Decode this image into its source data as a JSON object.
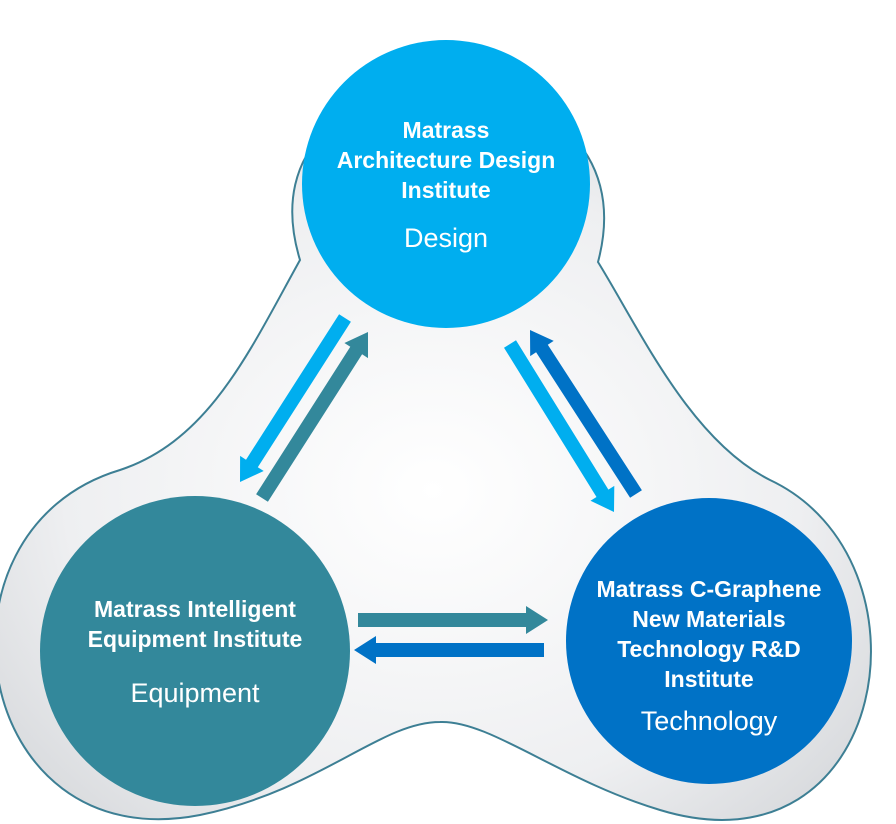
{
  "nodes": {
    "design": {
      "name": "Matrass\nArchitecture Design\nInstitute",
      "role": "Design",
      "color": "#00aeef"
    },
    "equipment": {
      "name": "Matrass Intelligent\nEquipment Institute",
      "role": "Equipment",
      "color": "#33889b"
    },
    "technology": {
      "name": "Matrass C-Graphene\nNew Materials\nTechnology R&D\nInstitute",
      "role": "Technology",
      "color": "#0072c6"
    }
  },
  "arrows": [
    {
      "from": "design",
      "to": "equipment",
      "color": "#00aeef"
    },
    {
      "from": "equipment",
      "to": "design",
      "color": "#33889b"
    },
    {
      "from": "design",
      "to": "technology",
      "color": "#00aeef"
    },
    {
      "from": "technology",
      "to": "design",
      "color": "#0072c6"
    },
    {
      "from": "equipment",
      "to": "technology",
      "color": "#33889b"
    },
    {
      "from": "technology",
      "to": "equipment",
      "color": "#0072c6"
    }
  ],
  "background": {
    "fill": "#e8eaec",
    "outline": "#3d7f94"
  }
}
